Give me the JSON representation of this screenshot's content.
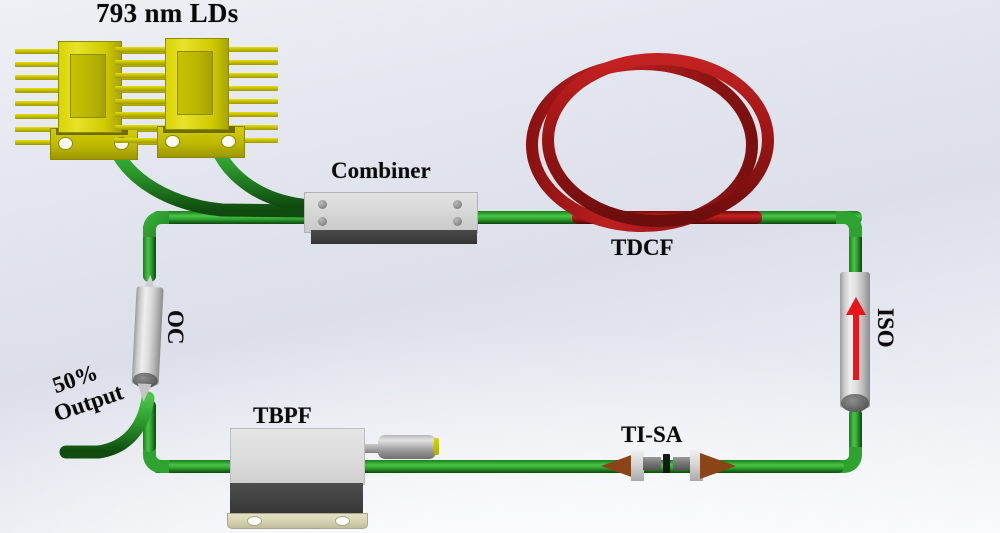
{
  "figure": {
    "kind": "optical-fiber-laser-schematic",
    "background_color": "#e4e7ef"
  },
  "labels": {
    "pump": "793 nm LDs",
    "combiner": "Combiner",
    "gain_fiber": "TDCF",
    "isolator": "ISO",
    "output_coupler": "OC",
    "output_line1": "50%",
    "output_line2": "Output",
    "filter": "TBPF",
    "saturable_absorber": "TI-SA"
  },
  "components": {
    "pump_diodes": {
      "name": "793 nm LDs",
      "count": 2,
      "color": "#ccc700",
      "fins_per_side": 8
    },
    "combiner": {
      "name": "Combiner",
      "body_color": "#d8d8d8",
      "base_color": "#3e3e3e",
      "screws": 4
    },
    "tdcf": {
      "name": "TDCF",
      "color": "#a31616",
      "loops": 2
    },
    "iso": {
      "name": "ISO",
      "body_color": "#dcdcdc",
      "arrow_color": "#e8161b",
      "arrow_direction": "up"
    },
    "oc": {
      "name": "OC",
      "body_color": "#dcdcdc",
      "split_ratio": "50%"
    },
    "tbpf": {
      "name": "TBPF",
      "body_color": "#dadada",
      "band_color": "#414141",
      "foot_color": "#d2cfae",
      "knob_tip_color": "#b0ab00"
    },
    "tisa": {
      "name": "TI-SA",
      "boot_color": "#8a4418",
      "ferrule_color": "#d6d6d6",
      "chip_color": "#171717",
      "connectors": 2
    },
    "fiber": {
      "passive_color": "#2fa32f",
      "gain_color": "#a31616"
    }
  }
}
